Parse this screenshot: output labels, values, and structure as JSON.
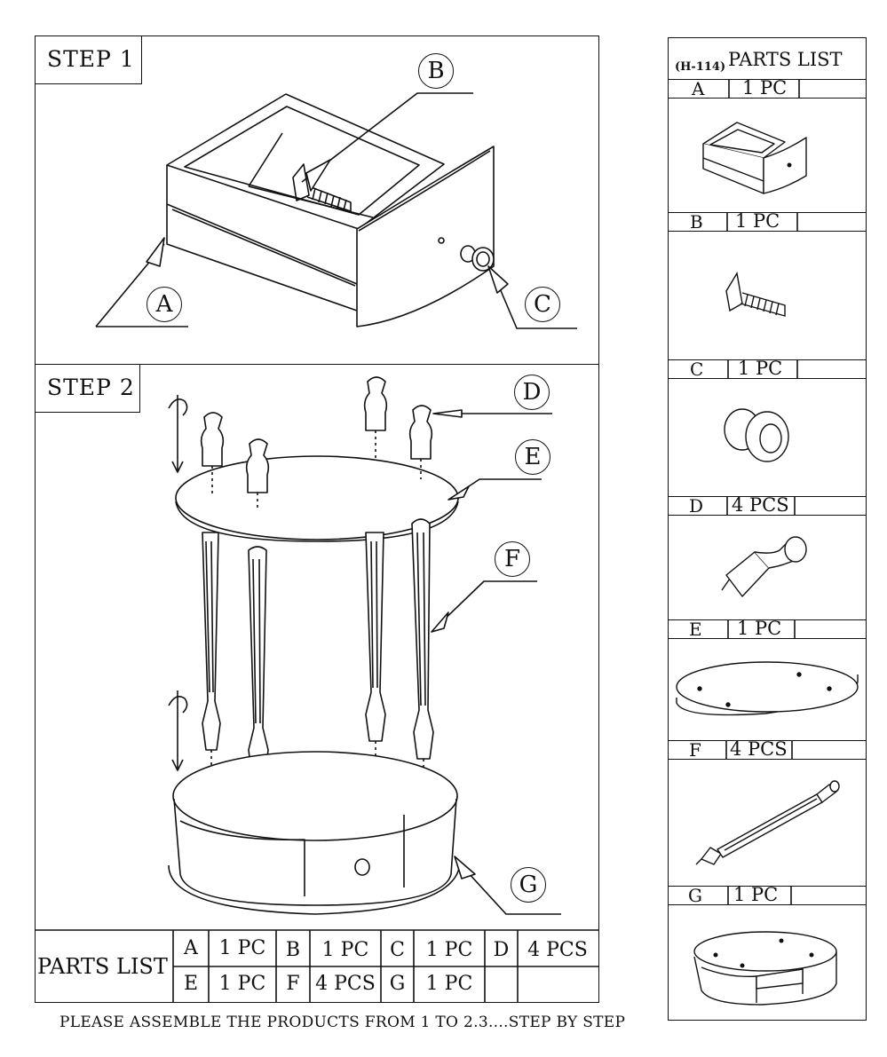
{
  "step1": {
    "label": "STEP 1"
  },
  "step2": {
    "label": "STEP 2"
  },
  "callouts": [
    "A",
    "B",
    "C",
    "D",
    "E",
    "F",
    "G"
  ],
  "bottom_parts_list": {
    "title": "PARTS LIST",
    "row1": [
      {
        "letter": "A",
        "qty": "1 PC"
      },
      {
        "letter": "B",
        "qty": "1 PC"
      },
      {
        "letter": "C",
        "qty": "1 PC"
      },
      {
        "letter": "D",
        "qty": "4 PCS"
      }
    ],
    "row2": [
      {
        "letter": "E",
        "qty": "1 PC"
      },
      {
        "letter": "F",
        "qty": "4 PCS"
      },
      {
        "letter": "G",
        "qty": "1 PC"
      },
      {
        "letter": "",
        "qty": ""
      }
    ]
  },
  "side_parts_list": {
    "code": "(H-114)",
    "title": "PARTS LIST",
    "parts": [
      {
        "letter": "A",
        "qty": "1 PC",
        "icon": "drawer-icon"
      },
      {
        "letter": "B",
        "qty": "1 PC",
        "icon": "screw-icon"
      },
      {
        "letter": "C",
        "qty": "1 PC",
        "icon": "knob-icon"
      },
      {
        "letter": "D",
        "qty": "4 PCS",
        "icon": "short-post-icon"
      },
      {
        "letter": "E",
        "qty": "1 PC",
        "icon": "oval-top-icon"
      },
      {
        "letter": "F",
        "qty": "4 PCS",
        "icon": "long-leg-icon"
      },
      {
        "letter": "G",
        "qty": "1 PC",
        "icon": "base-icon"
      }
    ]
  },
  "footer": {
    "text": "PLEASE ASSEMBLE THE PRODUCTS FROM 1 TO 2.3....STEP BY STEP"
  }
}
